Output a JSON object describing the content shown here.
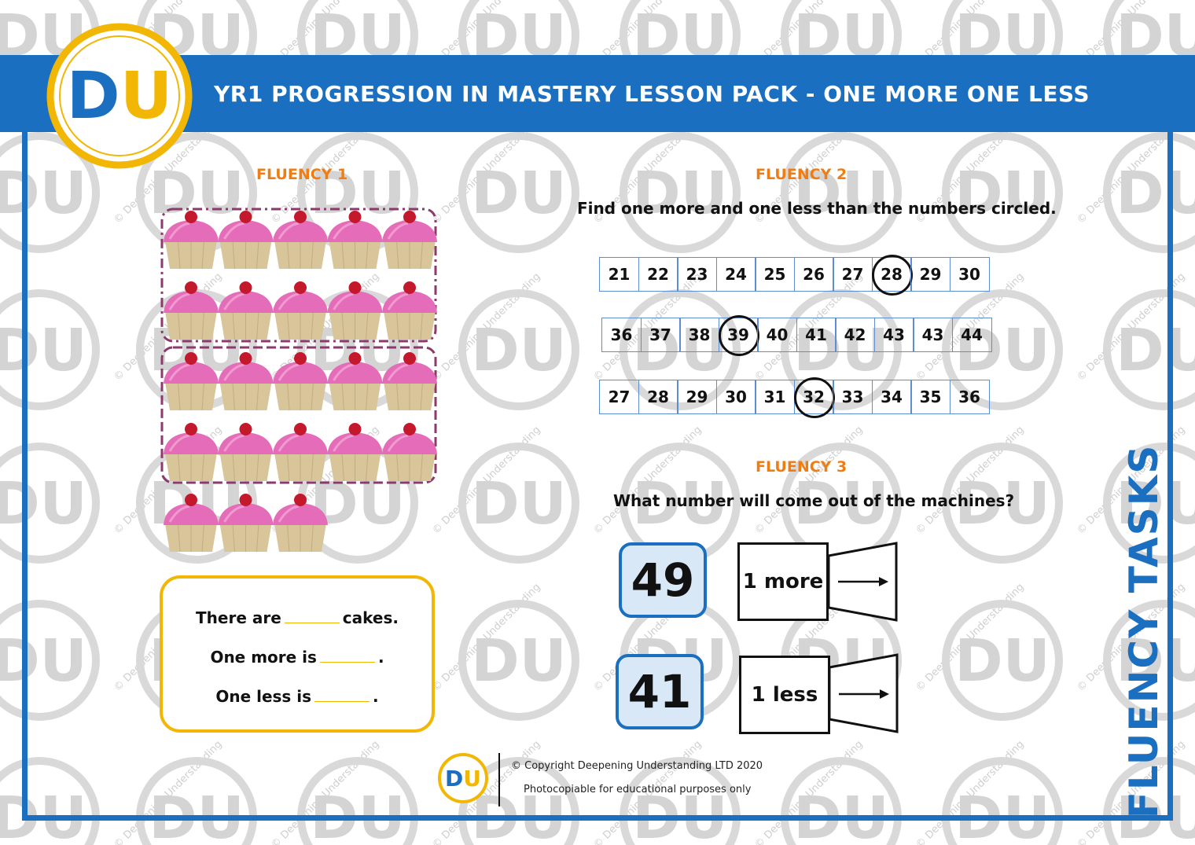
{
  "header": {
    "title": "YR1 PROGRESSION IN MASTERY LESSON PACK - ONE MORE ONE LESS"
  },
  "logo": {
    "text": "DU"
  },
  "watermark": {
    "text": "DU",
    "caption": "© Deepening Understanding"
  },
  "fluency1": {
    "title": "FLUENCY 1",
    "cupcake_count": 23,
    "answer_lines": {
      "line1_a": "There are",
      "line1_b": "cakes.",
      "line2_a": "One more is",
      "line2_b": ".",
      "line3_a": "One less is",
      "line3_b": "."
    }
  },
  "fluency2": {
    "title": "FLUENCY 2",
    "instruction": "Find one more and one less than the numbers circled.",
    "rows": [
      {
        "numbers": [
          "21",
          "22",
          "23",
          "24",
          "25",
          "26",
          "27",
          "28",
          "29",
          "30"
        ],
        "circled": "28"
      },
      {
        "numbers": [
          "36",
          "37",
          "38",
          "39",
          "40",
          "41",
          "42",
          "43",
          "43",
          "44"
        ],
        "circled": "39"
      },
      {
        "numbers": [
          "27",
          "28",
          "29",
          "30",
          "31",
          "32",
          "33",
          "34",
          "35",
          "36"
        ],
        "circled": "32"
      }
    ]
  },
  "fluency3": {
    "title": "FLUENCY 3",
    "instruction": "What number will come out of the machines?",
    "machines": [
      {
        "input": "49",
        "label": "1 more"
      },
      {
        "input": "41",
        "label": "1 less"
      }
    ]
  },
  "side_label": "FLUENCY TASKS",
  "footer": {
    "copyright": "© Copyright Deepening Understanding LTD 2020",
    "note": "Photocopiable for educational purposes only"
  },
  "colors": {
    "brand_blue": "#1a6fc1",
    "brand_yellow": "#f2b705",
    "section_orange": "#ef7d13",
    "cupcake_pink": "#e56cb8"
  }
}
